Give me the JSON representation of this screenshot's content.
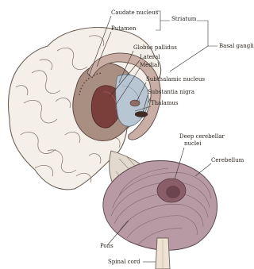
{
  "labels": {
    "caudate_nucleus": "Caudate nucleus",
    "striatum": "Striatum",
    "putamen": "Putamen",
    "basal_ganglia": "Basal ganglia",
    "globus_pallidus": "Globus pallidus",
    "lateral": "Lateral",
    "medial": "Medial",
    "subthalamic_nucleus": "Subthalamic nucleus",
    "substantia_nigra": "Substantia nigra",
    "thalamus": "Thalamus",
    "deep_cerebellar_nuclei_1": "Deep cerebellar",
    "deep_cerebellar_nuclei_2": "nuclei",
    "cerebellum": "Cerebellum",
    "pons": "Pons",
    "spinal_cord": "Spinal cord"
  },
  "colors": {
    "brain_tissue": "#f4efe9",
    "brain_outline": "#6e6058",
    "putamen": "#a98e82",
    "globus_pallidus": "#7a3f3b",
    "thalamus": "#b8c6d4",
    "cerebellum": "#b89aa4",
    "deep_nuclei": "#8a5e68",
    "brainstem": "#e2d9cf"
  }
}
